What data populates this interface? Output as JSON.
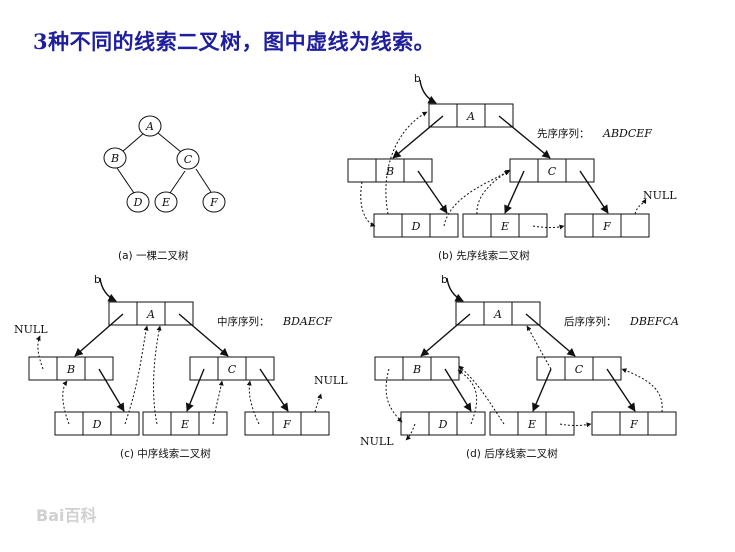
{
  "title": "3种不同的线索二叉树，图中虚线为线索。",
  "watermark": "Bai百科",
  "diagrams": {
    "a": {
      "caption": "(a)  一棵二叉树",
      "nodes": [
        "A",
        "B",
        "C",
        "D",
        "E",
        "F"
      ]
    },
    "b": {
      "caption": "(b)  先序线索二叉树",
      "order_label": "先序序列：",
      "order_value": "ABDCEF",
      "root_pointer": "b",
      "null_labels": [
        "NULL"
      ]
    },
    "c": {
      "caption": "(c)  中序线索二叉树",
      "order_label": "中序序列：",
      "order_value": "BDAECF",
      "root_pointer": "b",
      "null_labels": [
        "NULL",
        "NULL"
      ]
    },
    "d": {
      "caption": "(d)  后序线索二叉树",
      "order_label": "后序序列：",
      "order_value": "DBEFCA",
      "root_pointer": "b",
      "null_labels": [
        "NULL"
      ]
    }
  }
}
